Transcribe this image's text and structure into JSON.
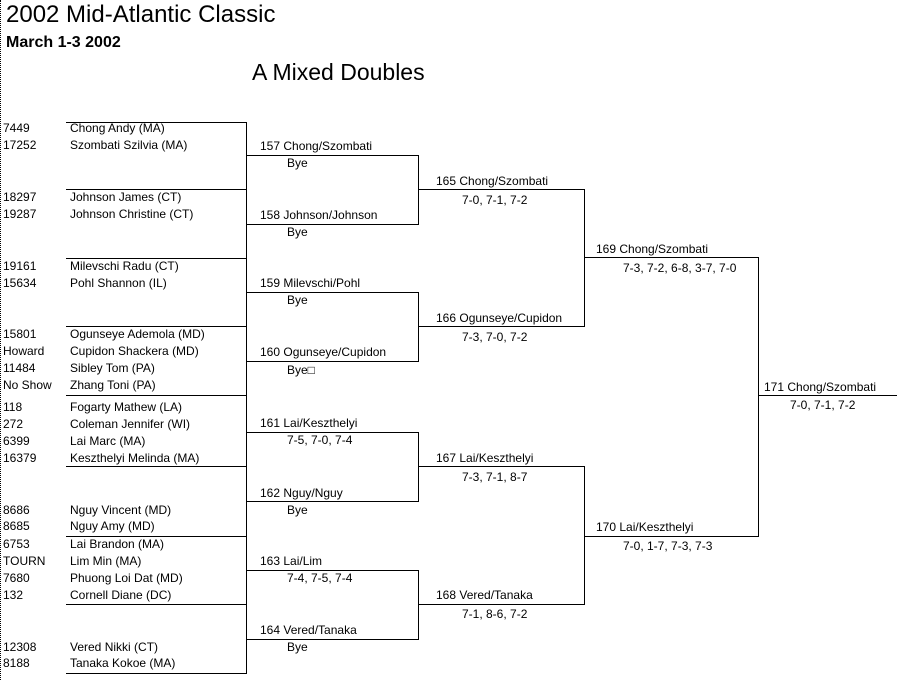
{
  "header": {
    "title": "2002 Mid-Atlantic Classic",
    "dates": "March 1-3 2002",
    "event": "A Mixed Doubles"
  },
  "seeds": [
    "7449",
    "17252",
    "18297",
    "19287",
    "19161",
    "15634",
    "15801",
    "Howard",
    "11484",
    "No Show",
    "118",
    "272",
    "6399",
    "16379",
    "8686",
    "8685",
    "6753",
    "TOURN",
    "7680",
    "132",
    "12308",
    "8188"
  ],
  "players": [
    "Chong Andy (MA)",
    "Szombati Szilvia (MA)",
    "Johnson James (CT)",
    "Johnson Christine (CT)",
    "Milevschi Radu (CT)",
    "Pohl Shannon (IL)",
    "Ogunseye Ademola (MD)",
    "Cupidon Shackera (MD)",
    "Sibley Tom (PA)",
    "Zhang Toni (PA)",
    "Fogarty Mathew (LA)",
    "Coleman Jennifer (WI)",
    "Lai Marc (MA)",
    "Keszthelyi Melinda (MA)",
    "Nguy Vincent (MD)",
    "Nguy Amy (MD)",
    "Lai Brandon (MA)",
    "Lim Min (MA)",
    "Phuong Loi Dat (MD)",
    "Cornell Diane (DC)",
    "Vered Nikki (CT)",
    "Tanaka Kokoe (MA)"
  ],
  "round1": [
    {
      "match": "157 Chong/Szombati",
      "score": "Bye"
    },
    {
      "match": "158 Johnson/Johnson",
      "score": "Bye"
    },
    {
      "match": "159 Milevschi/Pohl",
      "score": "Bye"
    },
    {
      "match": "160 Ogunseye/Cupidon",
      "score": "Bye□"
    },
    {
      "match": "161 Lai/Keszthelyi",
      "score": "7-5, 7-0, 7-4"
    },
    {
      "match": "162 Nguy/Nguy",
      "score": "Bye"
    },
    {
      "match": "163 Lai/Lim",
      "score": "7-4, 7-5, 7-4"
    },
    {
      "match": "164 Vered/Tanaka",
      "score": "Bye"
    }
  ],
  "round2": [
    {
      "match": "165 Chong/Szombati",
      "score": "7-0, 7-1, 7-2"
    },
    {
      "match": "166 Ogunseye/Cupidon",
      "score": "7-3, 7-0, 7-2"
    },
    {
      "match": "167 Lai/Keszthelyi",
      "score": "7-3, 7-1, 8-7"
    },
    {
      "match": "168 Vered/Tanaka",
      "score": "7-1, 8-6, 7-2"
    }
  ],
  "round3": [
    {
      "match": "169 Chong/Szombati",
      "score": "7-3, 7-2, 6-8, 3-7, 7-0"
    },
    {
      "match": "170 Lai/Keszthelyi",
      "score": "7-0, 1-7, 7-3, 7-3"
    }
  ],
  "final": {
    "match": "171 Chong/Szombati",
    "score": "7-0, 7-1, 7-2"
  }
}
